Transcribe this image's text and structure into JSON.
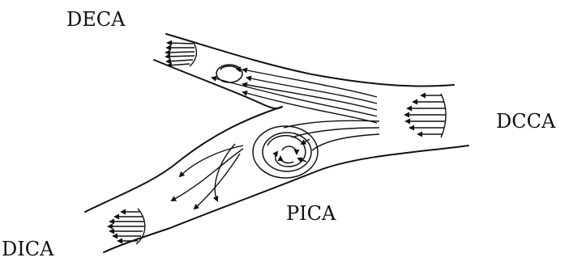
{
  "diagram": {
    "labels": {
      "deca": "DECA",
      "dcca": "DCCA",
      "pica": "PICA",
      "dica": "DICA"
    },
    "colors": {
      "ink": "#111111",
      "background": "#ffffff"
    }
  }
}
